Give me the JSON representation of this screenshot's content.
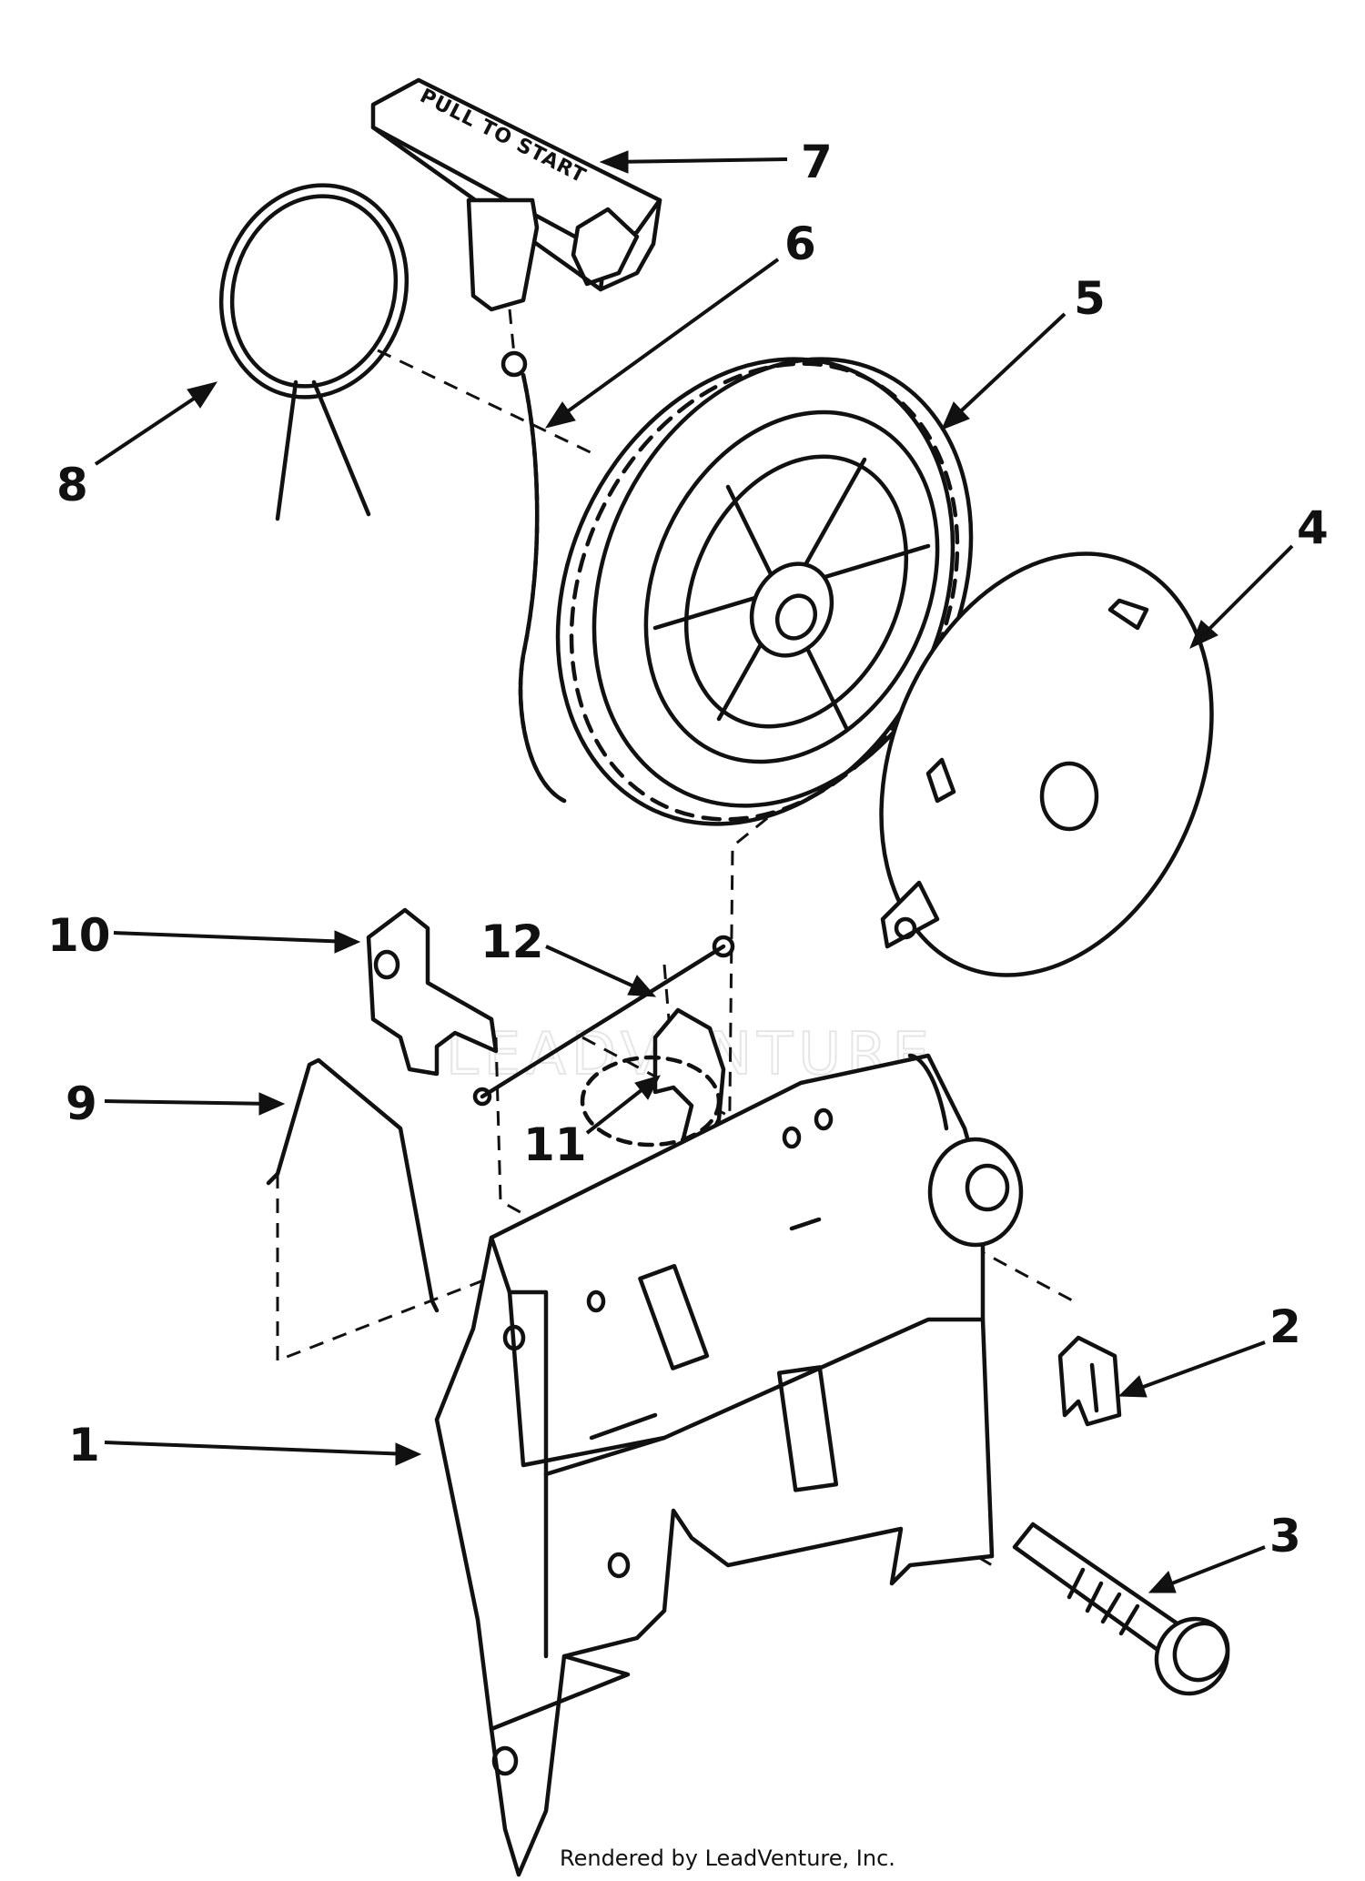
{
  "diagram": {
    "callouts": [
      {
        "id": "1",
        "label": "1"
      },
      {
        "id": "2",
        "label": "2"
      },
      {
        "id": "3",
        "label": "3"
      },
      {
        "id": "4",
        "label": "4"
      },
      {
        "id": "5",
        "label": "5"
      },
      {
        "id": "6",
        "label": "6"
      },
      {
        "id": "7",
        "label": "7"
      },
      {
        "id": "8",
        "label": "8"
      },
      {
        "id": "9",
        "label": "9"
      },
      {
        "id": "10",
        "label": "10"
      },
      {
        "id": "11",
        "label": "11"
      },
      {
        "id": "12",
        "label": "12"
      }
    ],
    "handle_text": "PULL TO START",
    "watermark": "LEADVENTURE",
    "credit": "Rendered by LeadVenture, Inc."
  },
  "colors": {
    "line": "#111111",
    "background": "#ffffff",
    "watermark": "#e6e6e6"
  }
}
